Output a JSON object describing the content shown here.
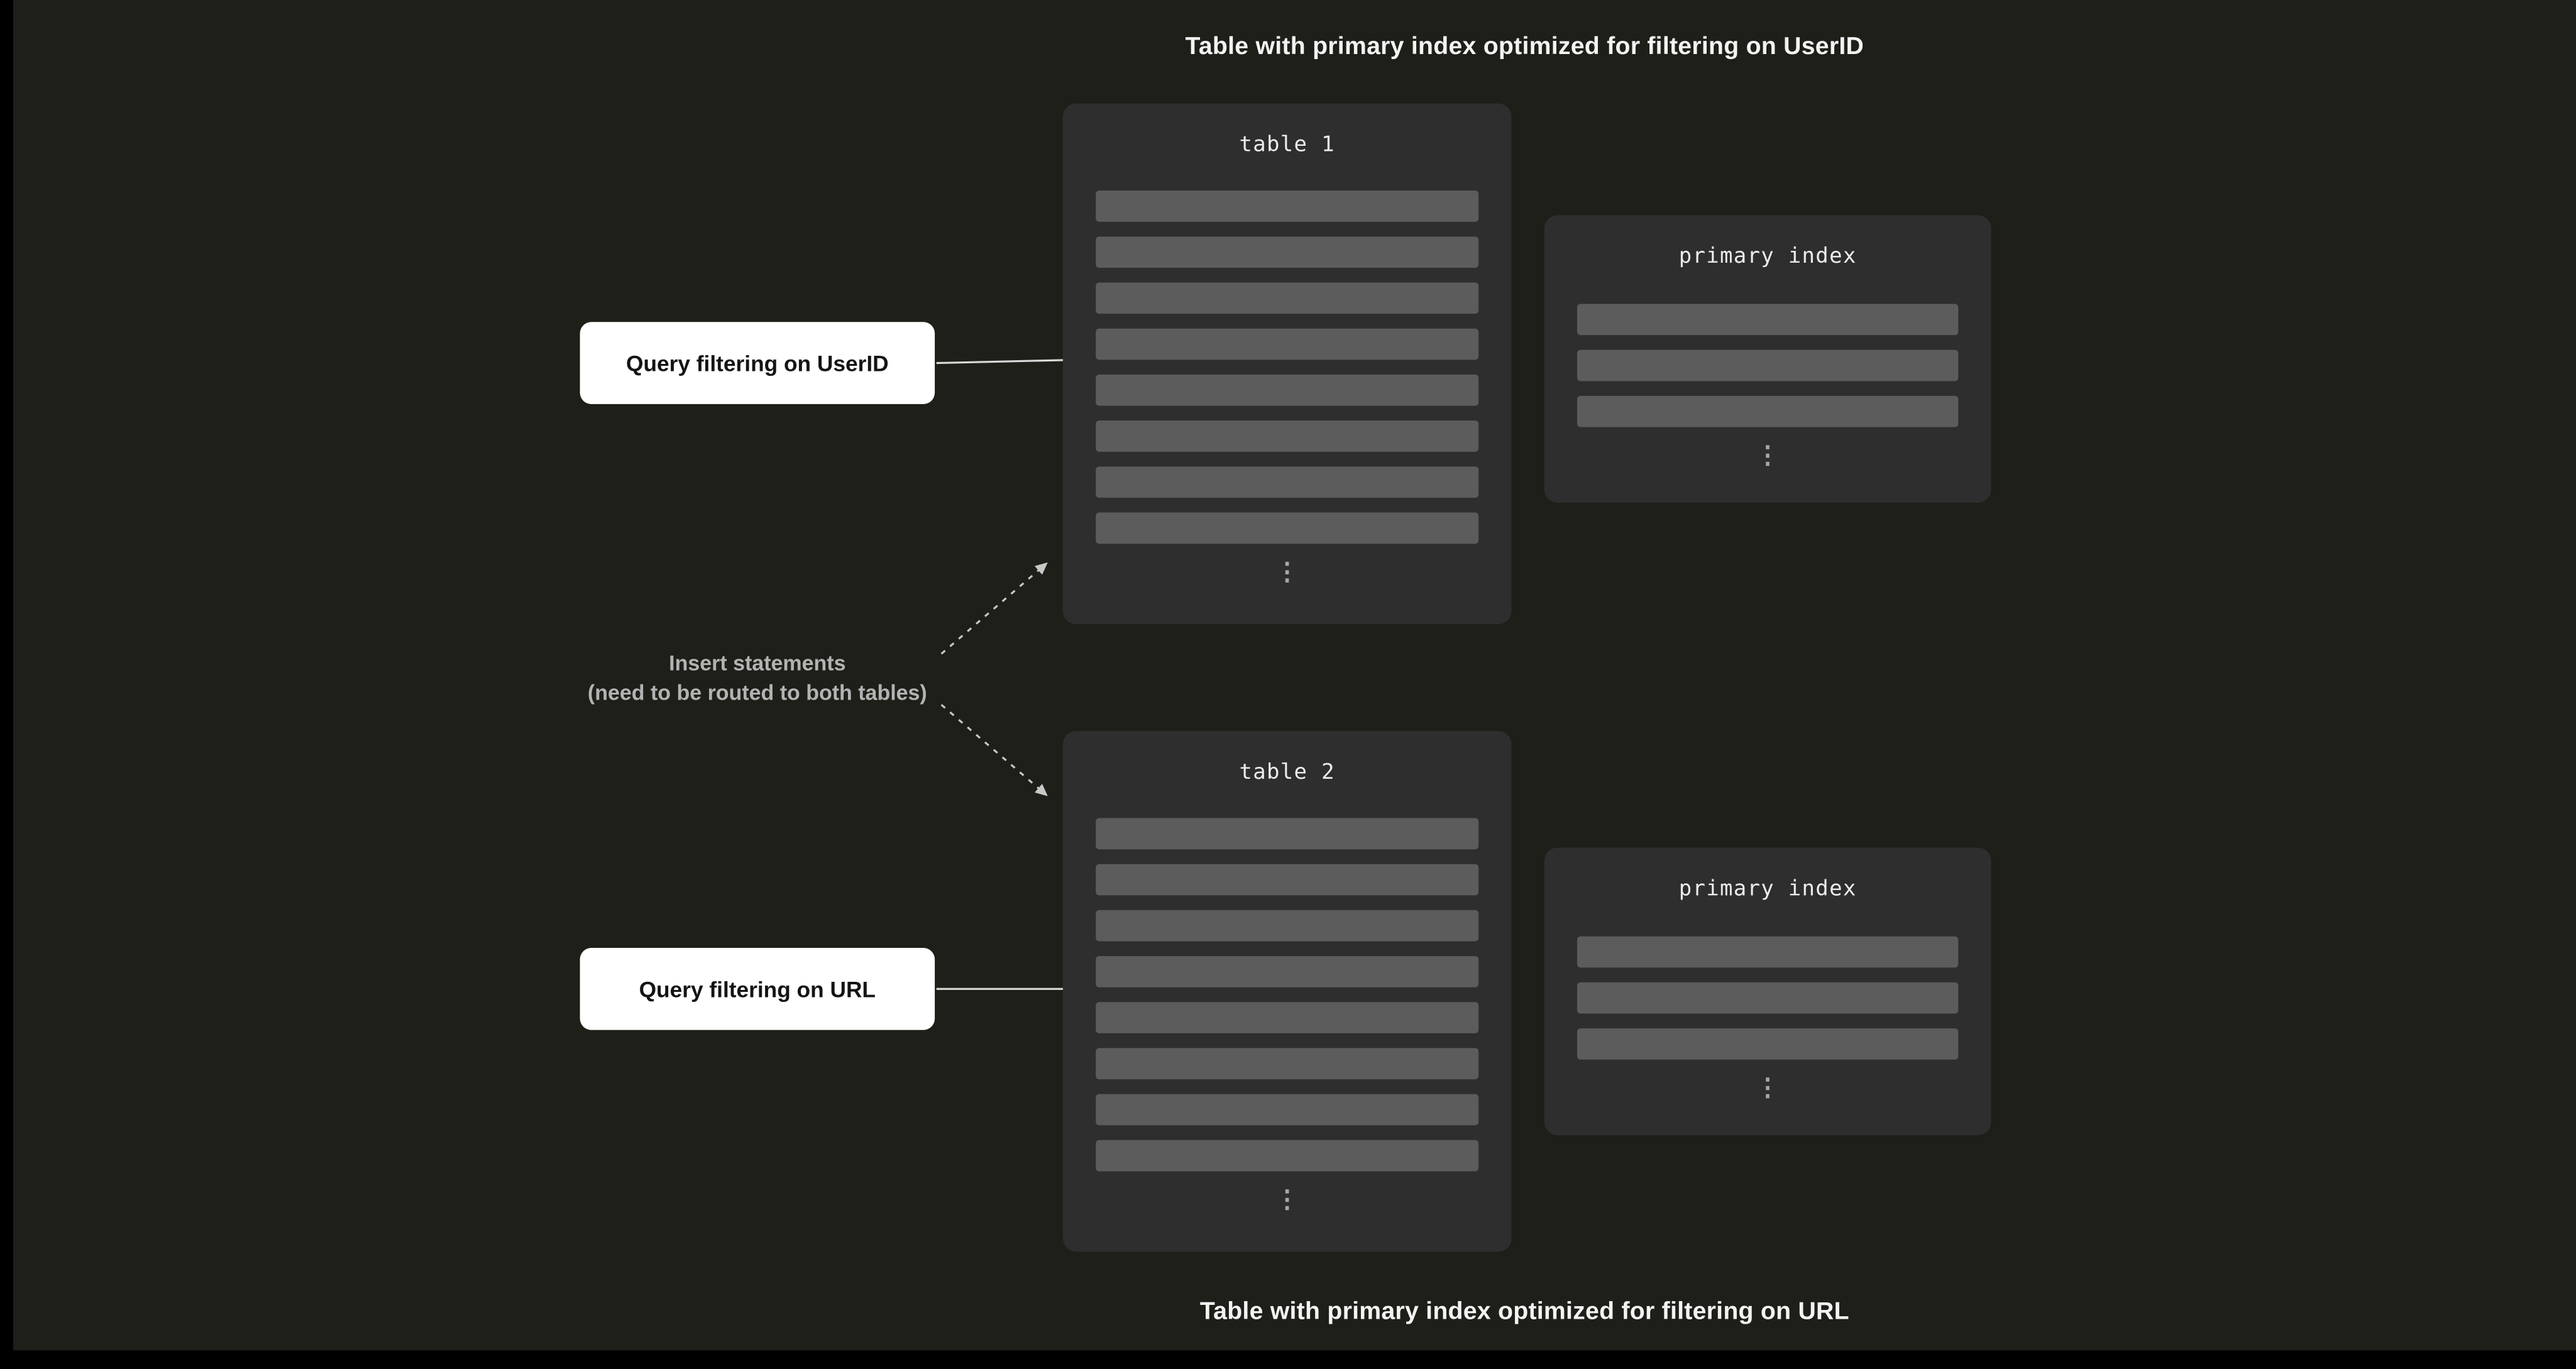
{
  "captions": {
    "top": "Table with primary index optimized for filtering on UserID",
    "bottom": "Table with primary index optimized for filtering on URL"
  },
  "query_labels": {
    "userid": "Query filtering on UserID",
    "url": "Query filtering on URL"
  },
  "insert_note": {
    "line1": "Insert statements",
    "line2": "(need to be routed to both tables)"
  },
  "tables": [
    {
      "title": "table 1",
      "row_count": 8,
      "ellipsis": "⋮"
    },
    {
      "title": "table 2",
      "row_count": 8,
      "ellipsis": "⋮"
    }
  ],
  "indexes": [
    {
      "title": "primary index",
      "row_count": 3,
      "ellipsis": "⋮"
    },
    {
      "title": "primary index",
      "row_count": 3,
      "ellipsis": "⋮"
    }
  ],
  "colors": {
    "background": "#1e1f18",
    "panel": "#2e2e2e",
    "row_bar": "#5c5c5c",
    "label_bg": "#ffffff",
    "label_text": "#141414",
    "caption_text": "#f3f3f3",
    "note_text": "#b3b3b3",
    "arrow_solid": "#d9d9d9",
    "arrow_dashed": "#c8c8c8"
  }
}
